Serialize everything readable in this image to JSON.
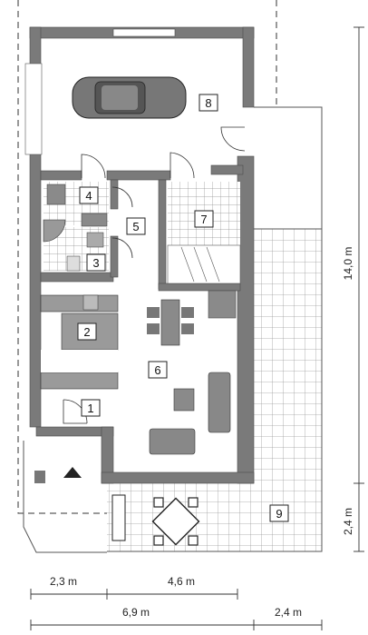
{
  "rooms": [
    {
      "id": "r8",
      "label": "8"
    },
    {
      "id": "r4",
      "label": "4"
    },
    {
      "id": "r5",
      "label": "5"
    },
    {
      "id": "r7",
      "label": "7"
    },
    {
      "id": "r3",
      "label": "3"
    },
    {
      "id": "r2",
      "label": "2"
    },
    {
      "id": "r6",
      "label": "6"
    },
    {
      "id": "r1",
      "label": "1"
    },
    {
      "id": "r9",
      "label": "9"
    }
  ],
  "dimensions": {
    "width_a": "2,3 m",
    "width_b": "4,6 m",
    "width_total": "6,9 m",
    "width_terrace": "2,4 m",
    "depth_house": "14,0 m",
    "depth_terrace": "2,4 m"
  },
  "colors": {
    "wall": "#7a7a7a",
    "wall_dark": "#5f5f5f",
    "kitchen": "#9a9a9a",
    "floor": "#ffffff",
    "tile": "#9c9c9c"
  }
}
